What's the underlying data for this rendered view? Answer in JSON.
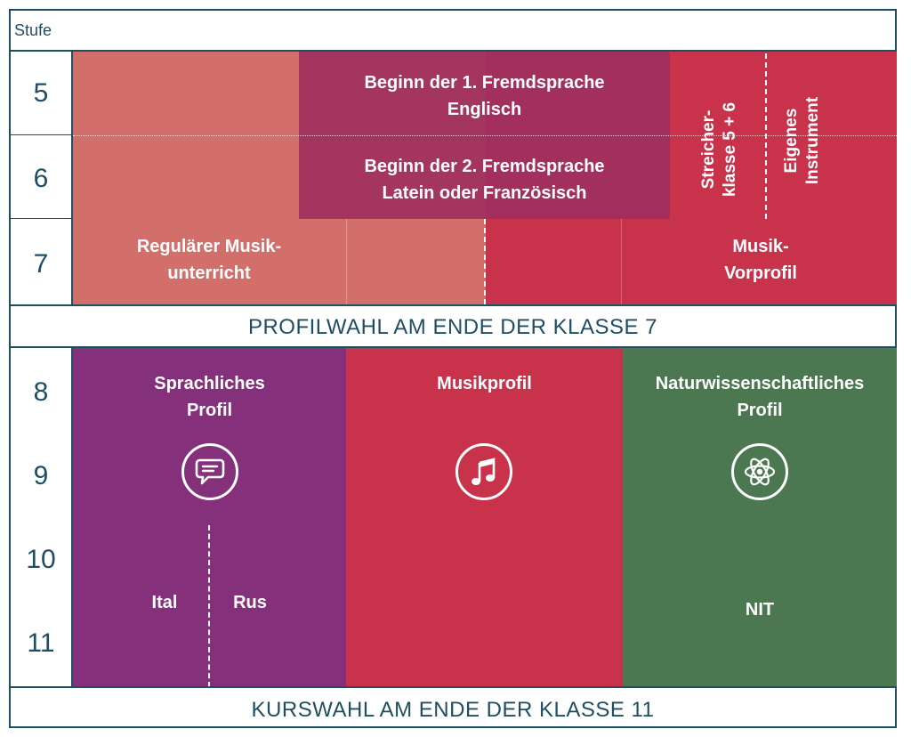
{
  "header": {
    "stufe_label": "Stufe"
  },
  "grades": [
    "5",
    "6",
    "7",
    "8",
    "9",
    "10",
    "11"
  ],
  "lower_school": {
    "language_box": {
      "line1a": "Beginn der 1. Fremdsprache",
      "line1b": "Englisch",
      "line2a": "Beginn der 2. Fremdsprache",
      "line2b": "Latein oder Französisch"
    },
    "regular_music": {
      "line1": "Regulärer Musik-",
      "line2": "unterricht"
    },
    "music_preprofile": {
      "line1": "Musik-",
      "line2": "Vorprofil"
    },
    "strings_class": {
      "line1": "Streicher-",
      "line2": "klasse 5 + 6"
    },
    "own_instrument": {
      "line1": "Eigenes",
      "line2": "Instrument"
    }
  },
  "profile_banner": "PROFILWAHL AM ENDE DER KLASSE 7",
  "profiles": {
    "language": {
      "title1": "Sprachliches",
      "title2": "Profil",
      "icon": "speech-bubble-icon",
      "options": [
        "Ital",
        "Rus"
      ]
    },
    "music": {
      "title1": "Musikprofil",
      "icon": "music-note-icon"
    },
    "science": {
      "title1": "Naturwissenschaftliches",
      "title2": "Profil",
      "icon": "atom-icon",
      "option": "NIT"
    }
  },
  "course_banner": "KURSWAHL AM ENDE DER KLASSE 11",
  "colors": {
    "frame": "#1f4e63",
    "salmon": "#d36f6b",
    "crimson": "#c8324a",
    "language_overlay": "#a0305e",
    "purple": "#85307a",
    "green": "#4b7850"
  }
}
